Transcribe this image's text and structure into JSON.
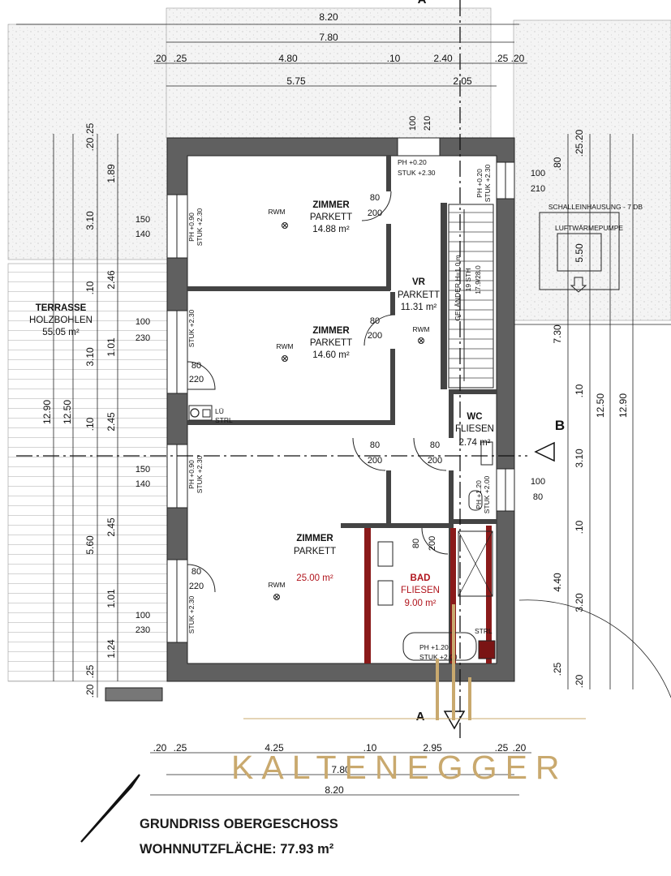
{
  "dims_top": {
    "d820": "8.20",
    "d780": "7.80",
    "d20a": ".20",
    "d25a": ".25",
    "d480": "4.80",
    "d10": ".10",
    "d240": "2.40",
    "d25b": ".25",
    "d20b": ".20",
    "d575": "5.75",
    "d205": "2.05"
  },
  "dims_bottom": {
    "d20a": ".20",
    "d25a": ".25",
    "d425": "4.25",
    "d10": ".10",
    "d295": "2.95",
    "d25b": ".25",
    "d20b": ".20",
    "d780": "7.80",
    "d820": "8.20"
  },
  "dims_left": {
    "a20": ".20",
    "a25": ".25",
    "a189": "1.89",
    "a310": "3.10",
    "a10": ".10",
    "a246": "2.46",
    "b310": "3.10",
    "b101": "1.01",
    "b10": ".10",
    "b245": "2.45",
    "b1290": "12.90",
    "b1250": "12.50",
    "c245": "2.45",
    "c560": "5.60",
    "c101": "1.01",
    "c124": "1.24",
    "c25": ".25",
    "c20": ".20"
  },
  "dims_right": {
    "r20": ".20",
    "r25": ".25",
    "r80": ".80",
    "r730": "7.30",
    "r10a": ".10",
    "r1250": "12.50",
    "r1290": "12.90",
    "r310": "3.10",
    "r10b": ".10",
    "r440": "4.40",
    "r320": "3.20",
    "r25b": ".25",
    "r20b": ".20"
  },
  "rooms": {
    "zimmer1_name": "ZIMMER",
    "zimmer1_floor": "PARKETT",
    "zimmer1_area": "14.88 m²",
    "zimmer2_name": "ZIMMER",
    "zimmer2_floor": "PARKETT",
    "zimmer2_area": "14.60 m²",
    "zimmer3_name": "ZIMMER",
    "zimmer3_floor": "PARKETT",
    "zimmer3_area": "25.00 m²",
    "vr_name": "VR",
    "vr_floor": "PARKETT",
    "vr_area": "11.31 m²",
    "wc_name": "WC",
    "wc_floor": "FLIESEN",
    "wc_area": "2.74 m²",
    "bad_name": "BAD",
    "bad_floor": "FLIESEN",
    "bad_area": "9.00 m²",
    "terrasse_name": "TERRASSE",
    "terrasse_floor": "HOLZBOHLEN",
    "terrasse_area": "55.05 m²"
  },
  "openings": {
    "w150a": "150",
    "w140a": "140",
    "w100a": "100",
    "w230a": "230",
    "w150b": "150",
    "w140b": "140",
    "w100b": "100",
    "w230b": "230",
    "d80a": "80",
    "d220a": "220",
    "d80b": "80",
    "d220b": "220",
    "d80c": "80",
    "d200c": "200",
    "d80d": "80",
    "d200d": "200",
    "d80e": "80",
    "d200e": "200",
    "d80f": "80",
    "d200f": "200",
    "d80g": "80",
    "d200g": "200",
    "top100": "100",
    "top210": "210",
    "rw100a": "100",
    "rw210a": "210",
    "rw100b": "100",
    "rw80b": "80",
    "ph090a": "PH +0.90",
    "stuk230a": "STUK +2.30",
    "stuk230b": "STUK +2.30",
    "ph090b": "PH +0.90",
    "stuk230c": "STUK +2.30",
    "stuk230d": "STUK +2.30",
    "ph020a": "PH +0.20",
    "stuk230e": "STUK +2.30",
    "ph020b": "PH +0.20",
    "stuk230f": "STUK +2.30",
    "ph120a": "PH +1.20",
    "stuk200a": "STUK +2.00",
    "ph120b": "PH +1.20",
    "stuk200b": "STUK +2.00"
  },
  "misc": {
    "rwm1": "RWM",
    "rwm2": "RWM",
    "rwm3": "RWM",
    "rwm4": "RWM",
    "lue": "LÜ",
    "strl1": "STRL",
    "strl2": "STRL",
    "gelaender": "GELÄNDER H=1.0 m",
    "steps": "19 STH",
    "steps2": "17.9/28.0",
    "schall": "SCHALLEINHAUSUNG - 7 DB",
    "luft": "LUFTWÄRMEPUMPE",
    "lw550": "5.50",
    "secA_top": "A",
    "secA_bot": "A",
    "secB": "B"
  },
  "title": {
    "line1": "GRUNDRISS OBERGESCHOSS",
    "line2": "WOHNNUTZFLÄCHE: 77.93 m²"
  },
  "brand": {
    "name": "KALTENEGGER"
  }
}
